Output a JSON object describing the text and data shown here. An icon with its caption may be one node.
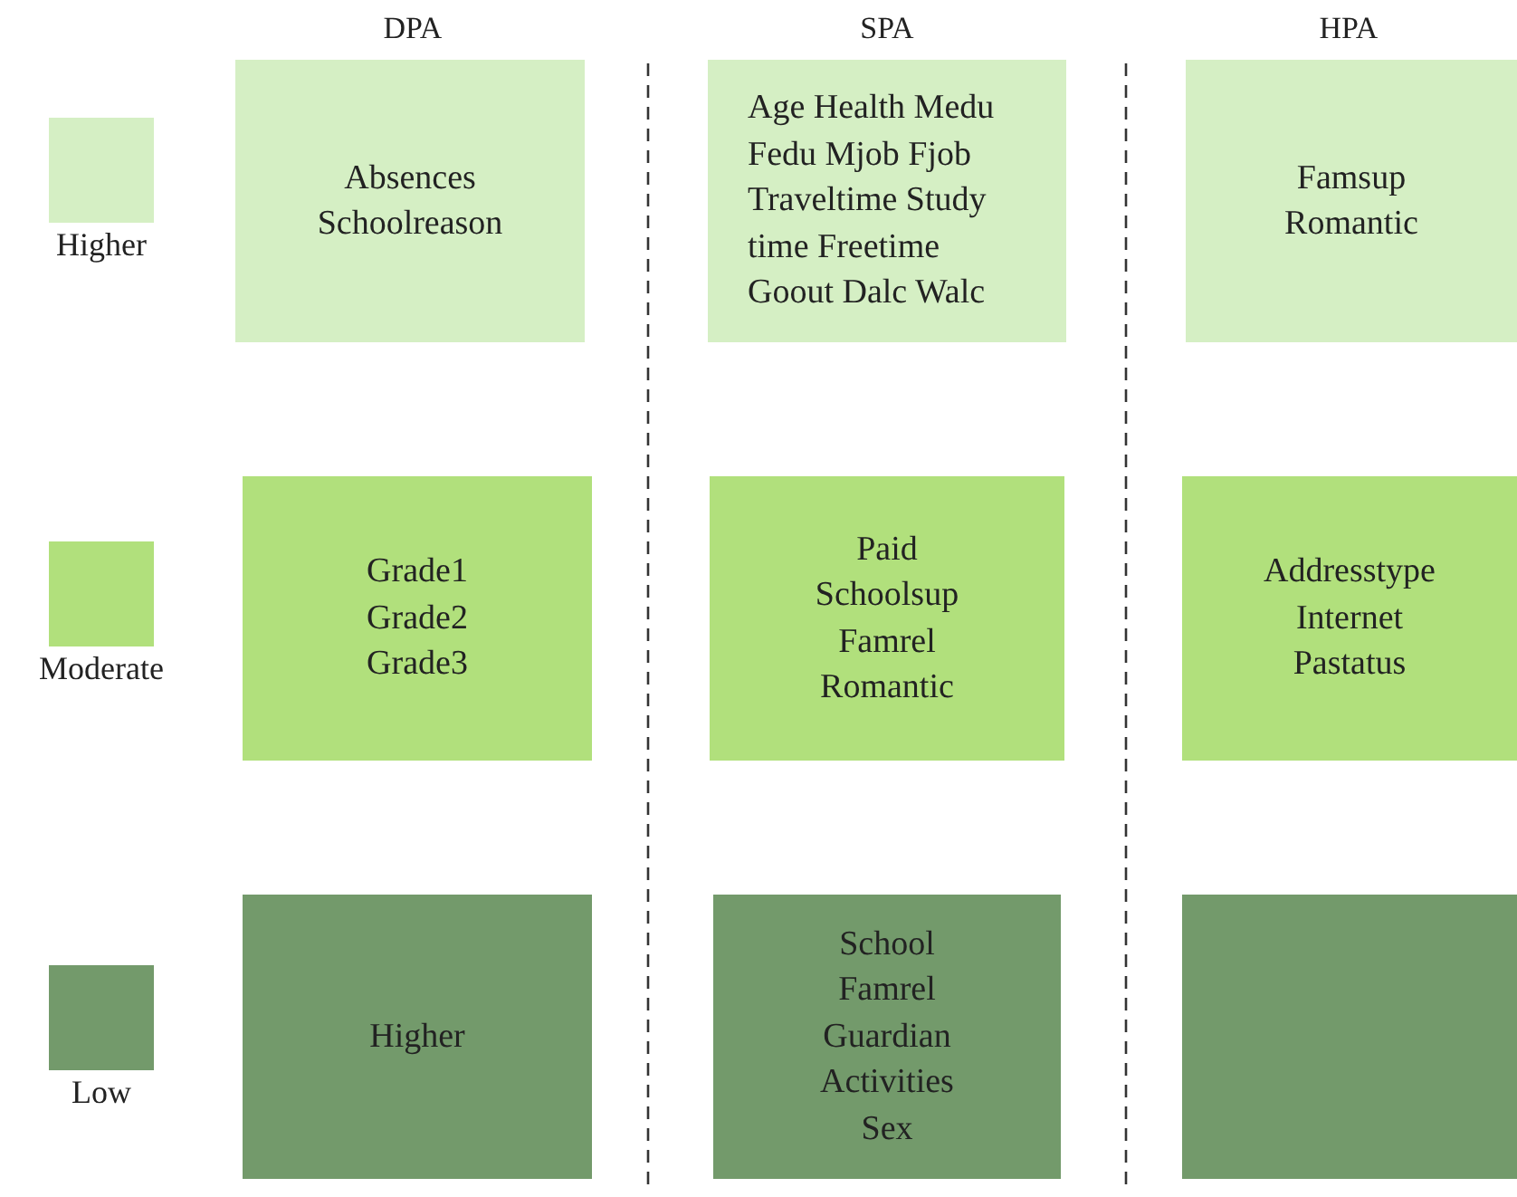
{
  "diagram": {
    "nodes": [
      {
        "text": [
          "Absences",
          "Schoolreason"
        ]
      },
      {
        "text": [
          "Age Health Medu Fedu Mjob Fjob Traveltime Study time Freetime Goout Dalc Walc"
        ]
      },
      {
        "text": [
          "Famsup",
          "Romantic"
        ]
      },
      {
        "text": [
          "Grade1",
          "Grade2",
          "Grade3"
        ]
      },
      {
        "text": [
          "Paid",
          "Schoolsup",
          "Famrel",
          "Romantic"
        ]
      },
      {
        "text": [
          "Addresstype",
          "Internet",
          "Pastatus"
        ]
      },
      {
        "text": [
          "Higher"
        ]
      },
      {
        "text": [
          "School",
          "Famrel",
          "Guardian",
          "Activities",
          "Sex"
        ]
      },
      {
        "text": [],
        "shape": "box"
      }
    ],
    "edges": [],
    "labels": [
      "DPA",
      "SPA",
      "HPA"
    ],
    "legend": [
      {
        "text": "Higher",
        "color": "#d5efc4"
      },
      {
        "text": "Moderate",
        "color": "#b1e07c"
      },
      {
        "text": "Low",
        "color": "#739a6b"
      }
    ]
  }
}
